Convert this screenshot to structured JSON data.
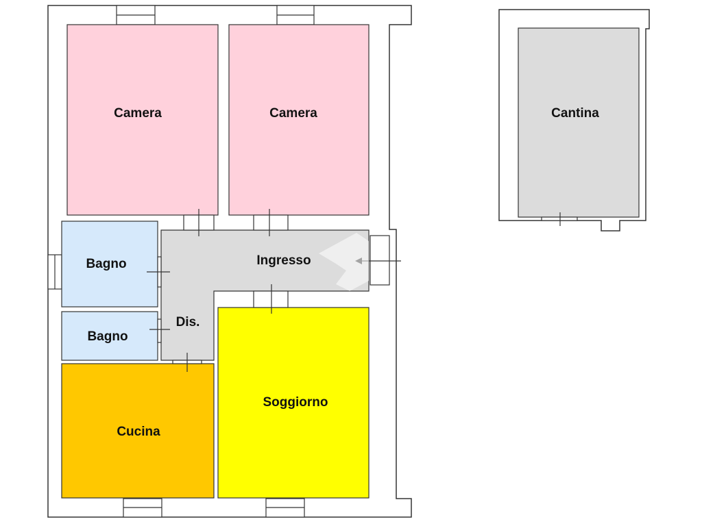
{
  "rooms": {
    "camera_left": "Camera",
    "camera_right": "Camera",
    "bagno_top": "Bagno",
    "bagno_bottom": "Bagno",
    "ingresso": "Ingresso",
    "disimpegno": "Dis.",
    "cucina": "Cucina",
    "soggiorno": "Soggiorno",
    "cantina": "Cantina"
  },
  "colors": {
    "camera": "#ffd1dc",
    "bagno": "#d6e9fb",
    "ingresso": "#dcdcdc",
    "cucina": "#ffc800",
    "soggiorno": "#ffff00",
    "cantina": "#dcdcdc",
    "wall": "#333333"
  }
}
